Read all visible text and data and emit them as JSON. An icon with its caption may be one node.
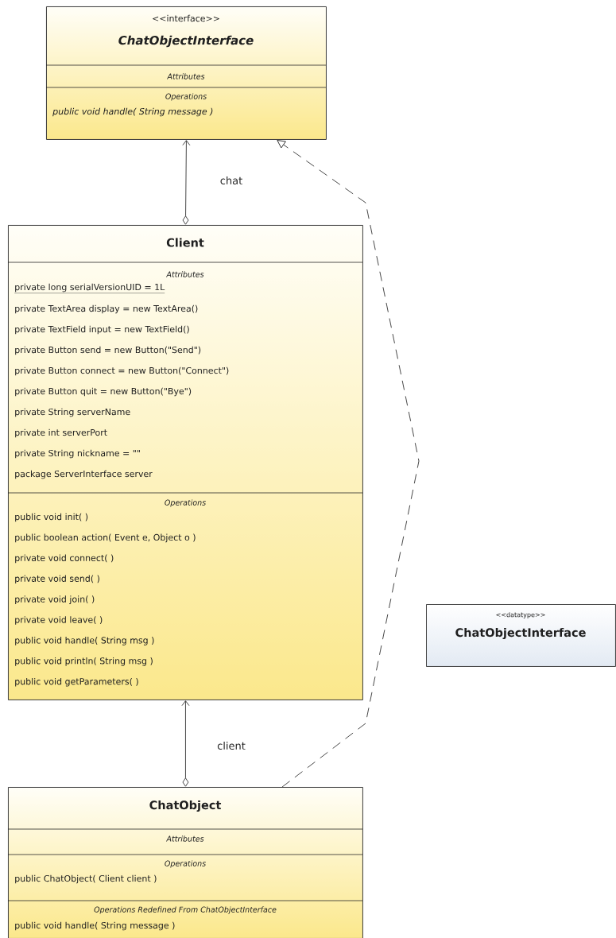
{
  "diagram": {
    "nodes": [
      {
        "text": [
          "<<interface>>",
          "ChatObjectInterface",
          "Attributes",
          "Operations",
          "public void handle( String message )"
        ]
      },
      {
        "text": [
          "Client",
          "Attributes",
          "private long serialVersionUID = 1L",
          "private TextArea display = new TextArea()",
          "private TextField input = new TextField()",
          "private Button send = new Button(\"Send\")",
          "private Button connect = new Button(\"Connect\")",
          "private Button quit = new Button(\"Bye\")",
          "private String serverName",
          "private int serverPort",
          "private String nickname = \"\"",
          "package ServerInterface server",
          "Operations",
          "public void init( )",
          "public boolean action( Event e, Object o )",
          "private void connect( )",
          "private void send( )",
          "private void join( )",
          "private void leave( )",
          "public void handle( String msg )",
          "public void println( String msg )",
          "public void getParameters( )"
        ]
      },
      {
        "text": [
          "ChatObject",
          "Attributes",
          "Operations",
          "public ChatObject( Client client )",
          "Operations Redefined From ChatObjectInterface",
          "public void handle( String message )"
        ]
      },
      {
        "text": [
          "<<datatype>>",
          "ChatObjectInterface"
        ]
      }
    ],
    "edges": [
      {
        "from": 1,
        "to": 0,
        "arrow": "to",
        "label": "chat"
      },
      {
        "from": 2,
        "to": 1,
        "arrow": "to",
        "label": "client"
      },
      {
        "from": 2,
        "to": 0,
        "arrow": "to",
        "style": "dashed"
      }
    ]
  }
}
